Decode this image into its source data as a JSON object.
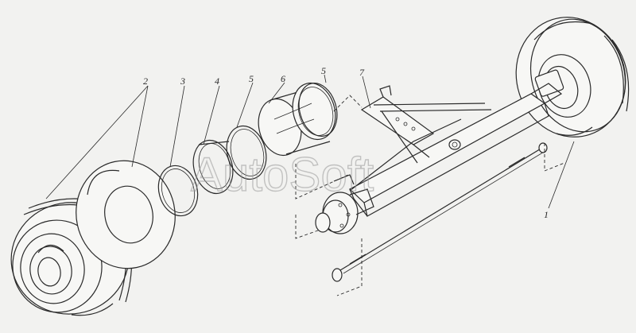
{
  "watermark": "AutoSoft",
  "callouts": [
    {
      "id": "label-2",
      "text": "2"
    },
    {
      "id": "label-3",
      "text": "3"
    },
    {
      "id": "label-4",
      "text": "4"
    },
    {
      "id": "label-5a",
      "text": "5"
    },
    {
      "id": "label-6",
      "text": "6"
    },
    {
      "id": "label-5b",
      "text": "5"
    },
    {
      "id": "label-7",
      "text": "7"
    },
    {
      "id": "label-1",
      "text": "1"
    }
  ]
}
